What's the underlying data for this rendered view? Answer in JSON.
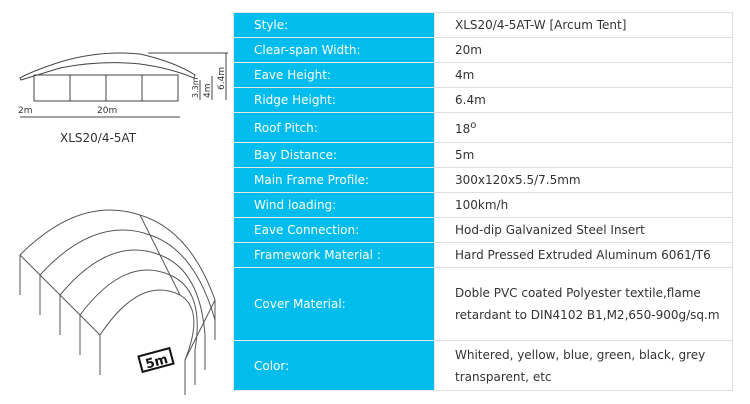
{
  "drawing": {
    "caption": "XLS20/4-5AT",
    "dims": {
      "span": "20m",
      "side": "2m",
      "h1": "3.3m",
      "h2": "4m",
      "h3": "6.4m",
      "bay": "5m"
    }
  },
  "specs": [
    {
      "label": "Style:",
      "value": "XLS20/4-5AT-W [Arcum Tent]"
    },
    {
      "label": "Clear-span Width:",
      "value": "20m"
    },
    {
      "label": "Eave Height:",
      "value": "4m"
    },
    {
      "label": "Ridge Height:",
      "value": "6.4m"
    },
    {
      "label": "Roof Pitch:",
      "value": "18",
      "sup": "o"
    },
    {
      "label": "Bay Distance:",
      "value": "5m"
    },
    {
      "label": "Main Frame Profile:",
      "value": "300x120x5.5/7.5mm"
    },
    {
      "label": "Wind loading:",
      "value": "100km/h"
    },
    {
      "label": "Eave Connection:",
      "value": "Hod-dip Galvanized Steel Insert"
    },
    {
      "label": "Framework Material :",
      "value": "Hard Pressed Extruded Aluminum 6061/T6"
    },
    {
      "label": "Cover Material:",
      "value": "Doble PVC coated Polyester textile,flame retardant to DIN4102 B1,M2,650-900g/sq.m"
    },
    {
      "label": "Color:",
      "value": "Whitered, yellow, blue, green, black, grey transparent, etc"
    }
  ]
}
